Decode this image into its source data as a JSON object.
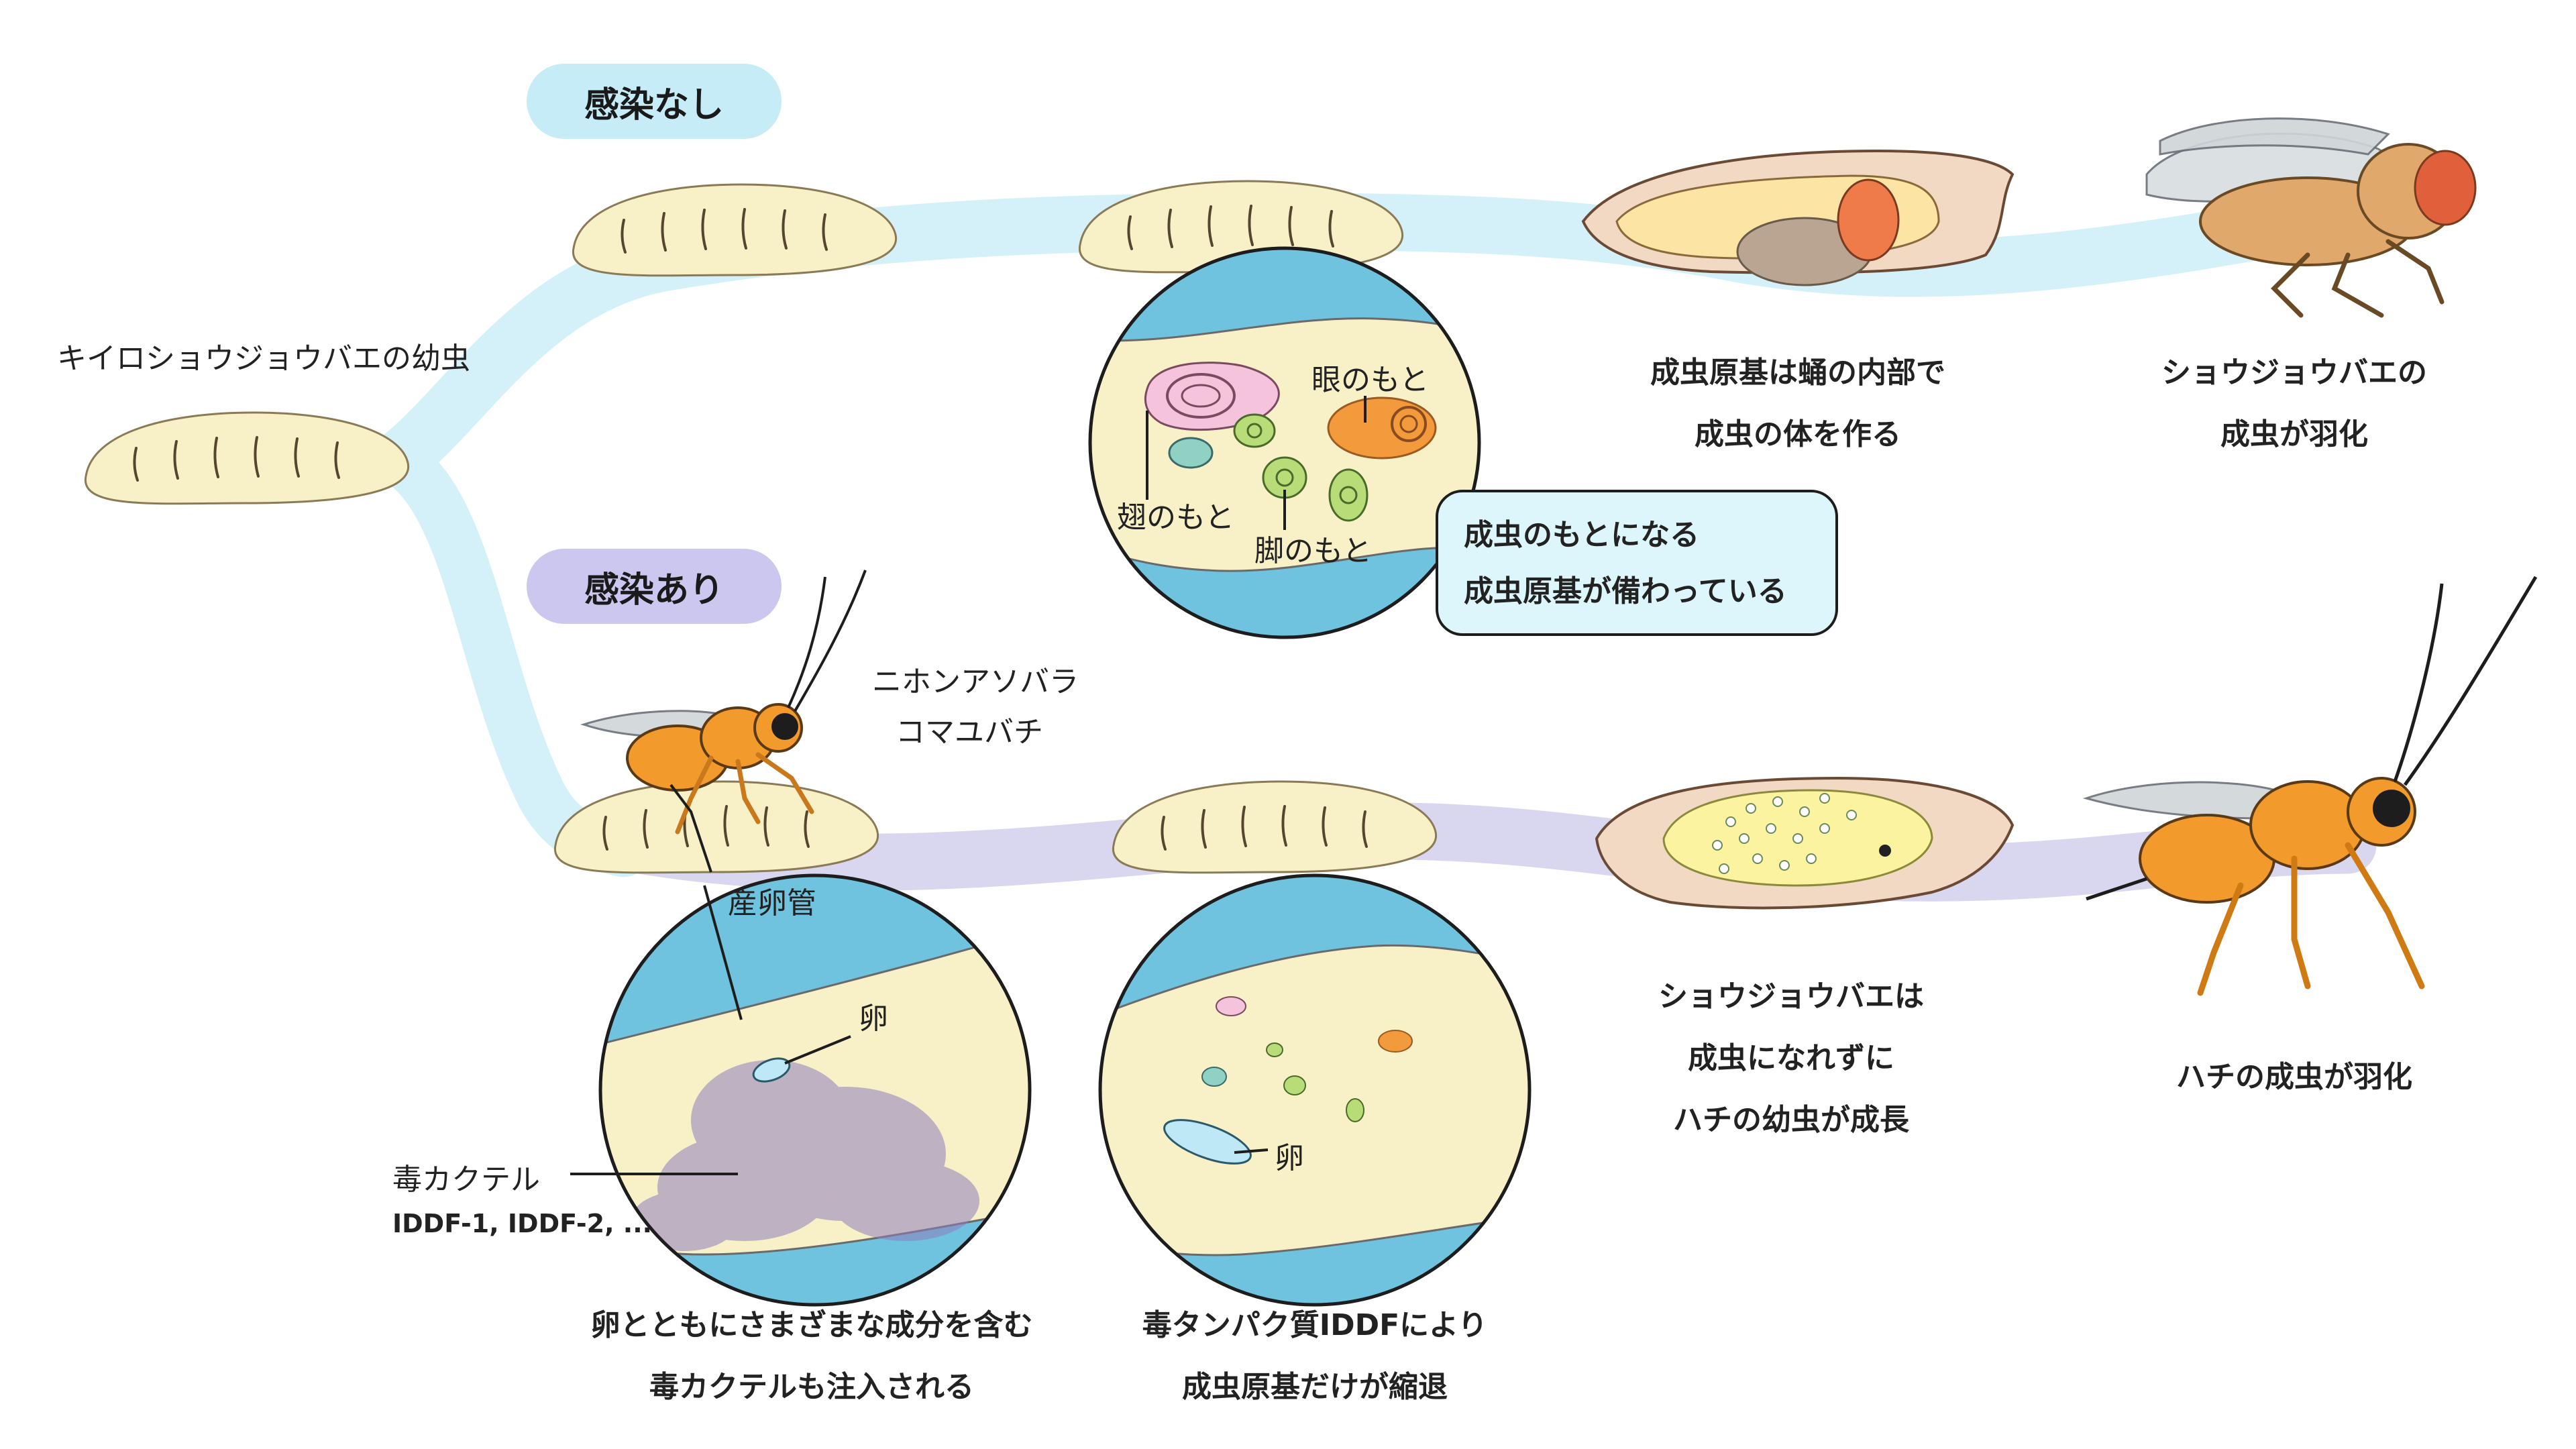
{
  "labels": {
    "larva": "キイロショウジョウバエの幼虫",
    "uninfected": "感染なし",
    "infected": "感染あり",
    "wasp_name_1": "ニホンアソバラ",
    "wasp_name_2": "コマユバチ",
    "eye": "眼のもと",
    "wing": "翅のもと",
    "leg": "脚のもと",
    "ovipositor": "産卵管",
    "egg": "卵",
    "egg2": "卵",
    "venom": "毒カクテル",
    "iddf": "IDDF-1, IDDF-2, ..."
  },
  "bubble": {
    "line1": "成虫のもとになる",
    "line2": "成虫原基が備わっている"
  },
  "captions": {
    "pupa_top": [
      "成虫原基は蛹の内部で",
      "成虫の体を作る"
    ],
    "fly_adult": [
      "ショウジョウバエの",
      "成虫が羽化"
    ],
    "pupa_bottom": [
      "ショウジョウバエは",
      "成虫になれずに",
      "ハチの幼虫が成長"
    ],
    "wasp_adult": [
      "ハチの成虫が羽化"
    ],
    "injection": [
      "卵とともにさまざまな成分を含む",
      "毒カクテルも注入される"
    ],
    "shrink": [
      "毒タンパク質IDDFにより",
      "成虫原基だけが縮退"
    ]
  },
  "colors": {
    "path_uninfected": "#d4f1f9",
    "path_infected": "#d9d6f0",
    "pill_uninfected": "#c5ecf7",
    "pill_infected": "#cbc7ee",
    "larva_body": "#f8f1c8",
    "circle_blue": "#6fc3de",
    "venom": "#8f7dbd",
    "pupa_case": "#f1d9c4",
    "fly_body": "#e0a86a",
    "fly_eye": "#e0603c",
    "wasp_body": "#f29a2c"
  },
  "icons": [
    "larva-icon",
    "zoom-circle-icon",
    "pupa-icon",
    "fruit-fly-icon",
    "wasp-icon",
    "egg-icon"
  ]
}
